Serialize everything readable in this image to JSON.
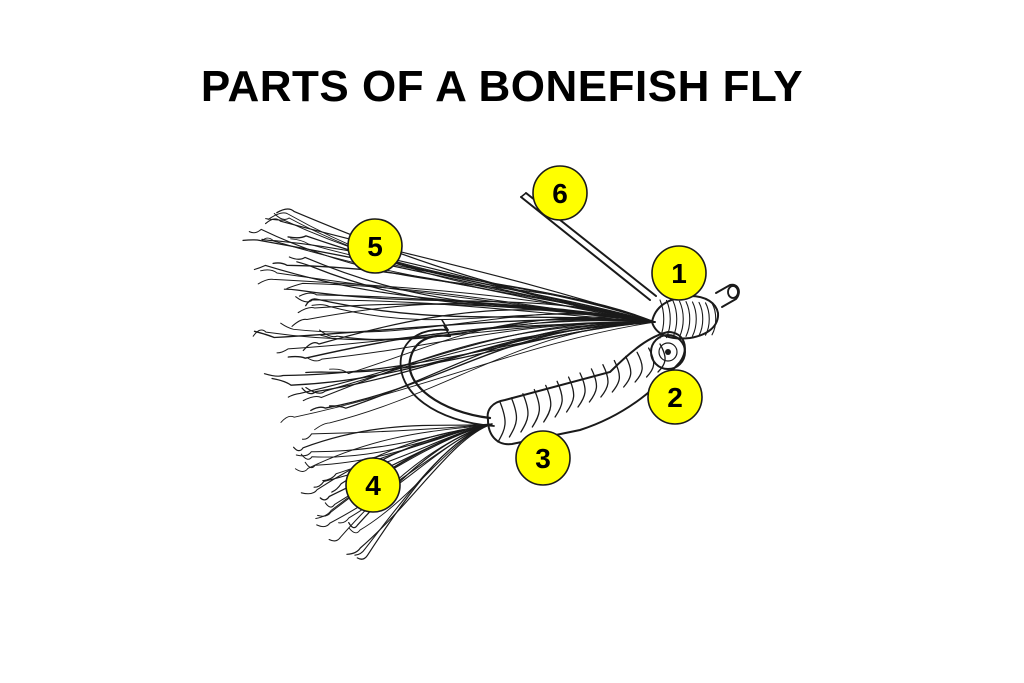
{
  "title": "PARTS OF A BONEFISH FLY",
  "markers": [
    {
      "id": "marker-1",
      "label": "1"
    },
    {
      "id": "marker-2",
      "label": "2"
    },
    {
      "id": "marker-3",
      "label": "3"
    },
    {
      "id": "marker-4",
      "label": "4"
    },
    {
      "id": "marker-5",
      "label": "5"
    },
    {
      "id": "marker-6",
      "label": "6"
    }
  ],
  "colors": {
    "marker_fill": "#ffff00",
    "line": "#1a1a1a",
    "background": "#ffffff"
  }
}
